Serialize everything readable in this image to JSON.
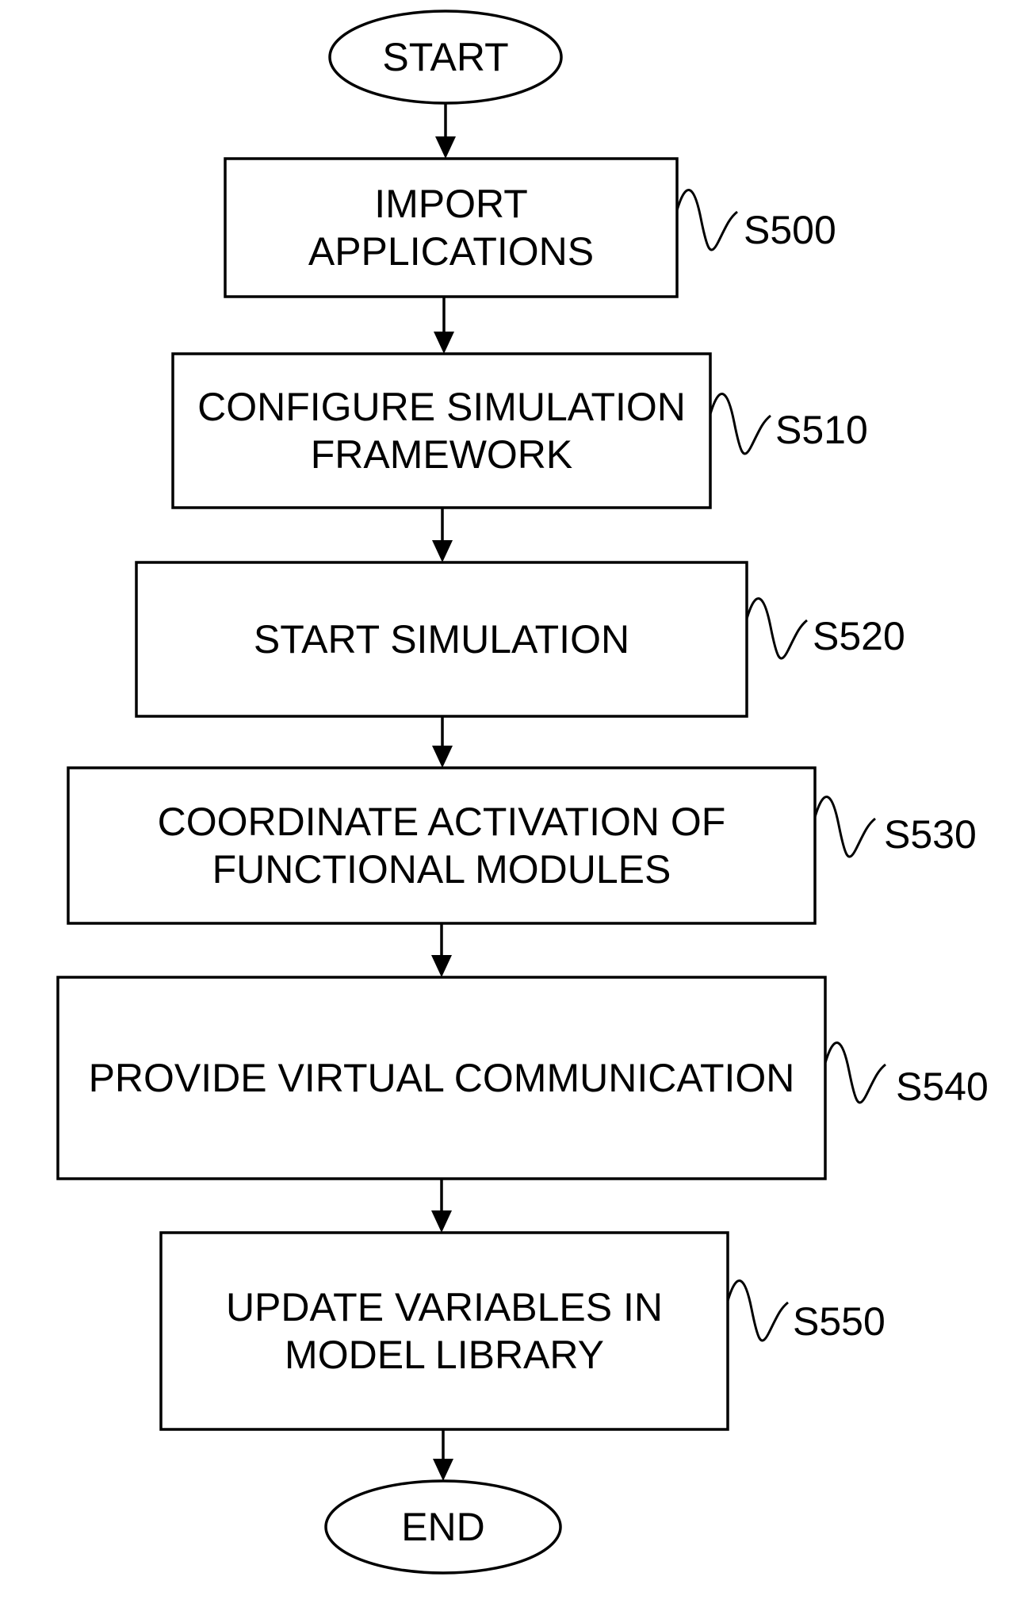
{
  "flowchart": {
    "start": {
      "label": "START"
    },
    "end": {
      "label": "END"
    },
    "steps": [
      {
        "id": "S500",
        "lines": [
          "IMPORT",
          "APPLICATIONS"
        ]
      },
      {
        "id": "S510",
        "lines": [
          "CONFIGURE SIMULATION",
          "FRAMEWORK"
        ]
      },
      {
        "id": "S520",
        "lines": [
          "START SIMULATION"
        ]
      },
      {
        "id": "S530",
        "lines": [
          "COORDINATE ACTIVATION OF",
          "FUNCTIONAL MODULES"
        ]
      },
      {
        "id": "S540",
        "lines": [
          "PROVIDE VIRTUAL COMMUNICATION"
        ]
      },
      {
        "id": "S550",
        "lines": [
          "UPDATE VARIABLES IN",
          "MODEL LIBRARY"
        ]
      }
    ]
  }
}
